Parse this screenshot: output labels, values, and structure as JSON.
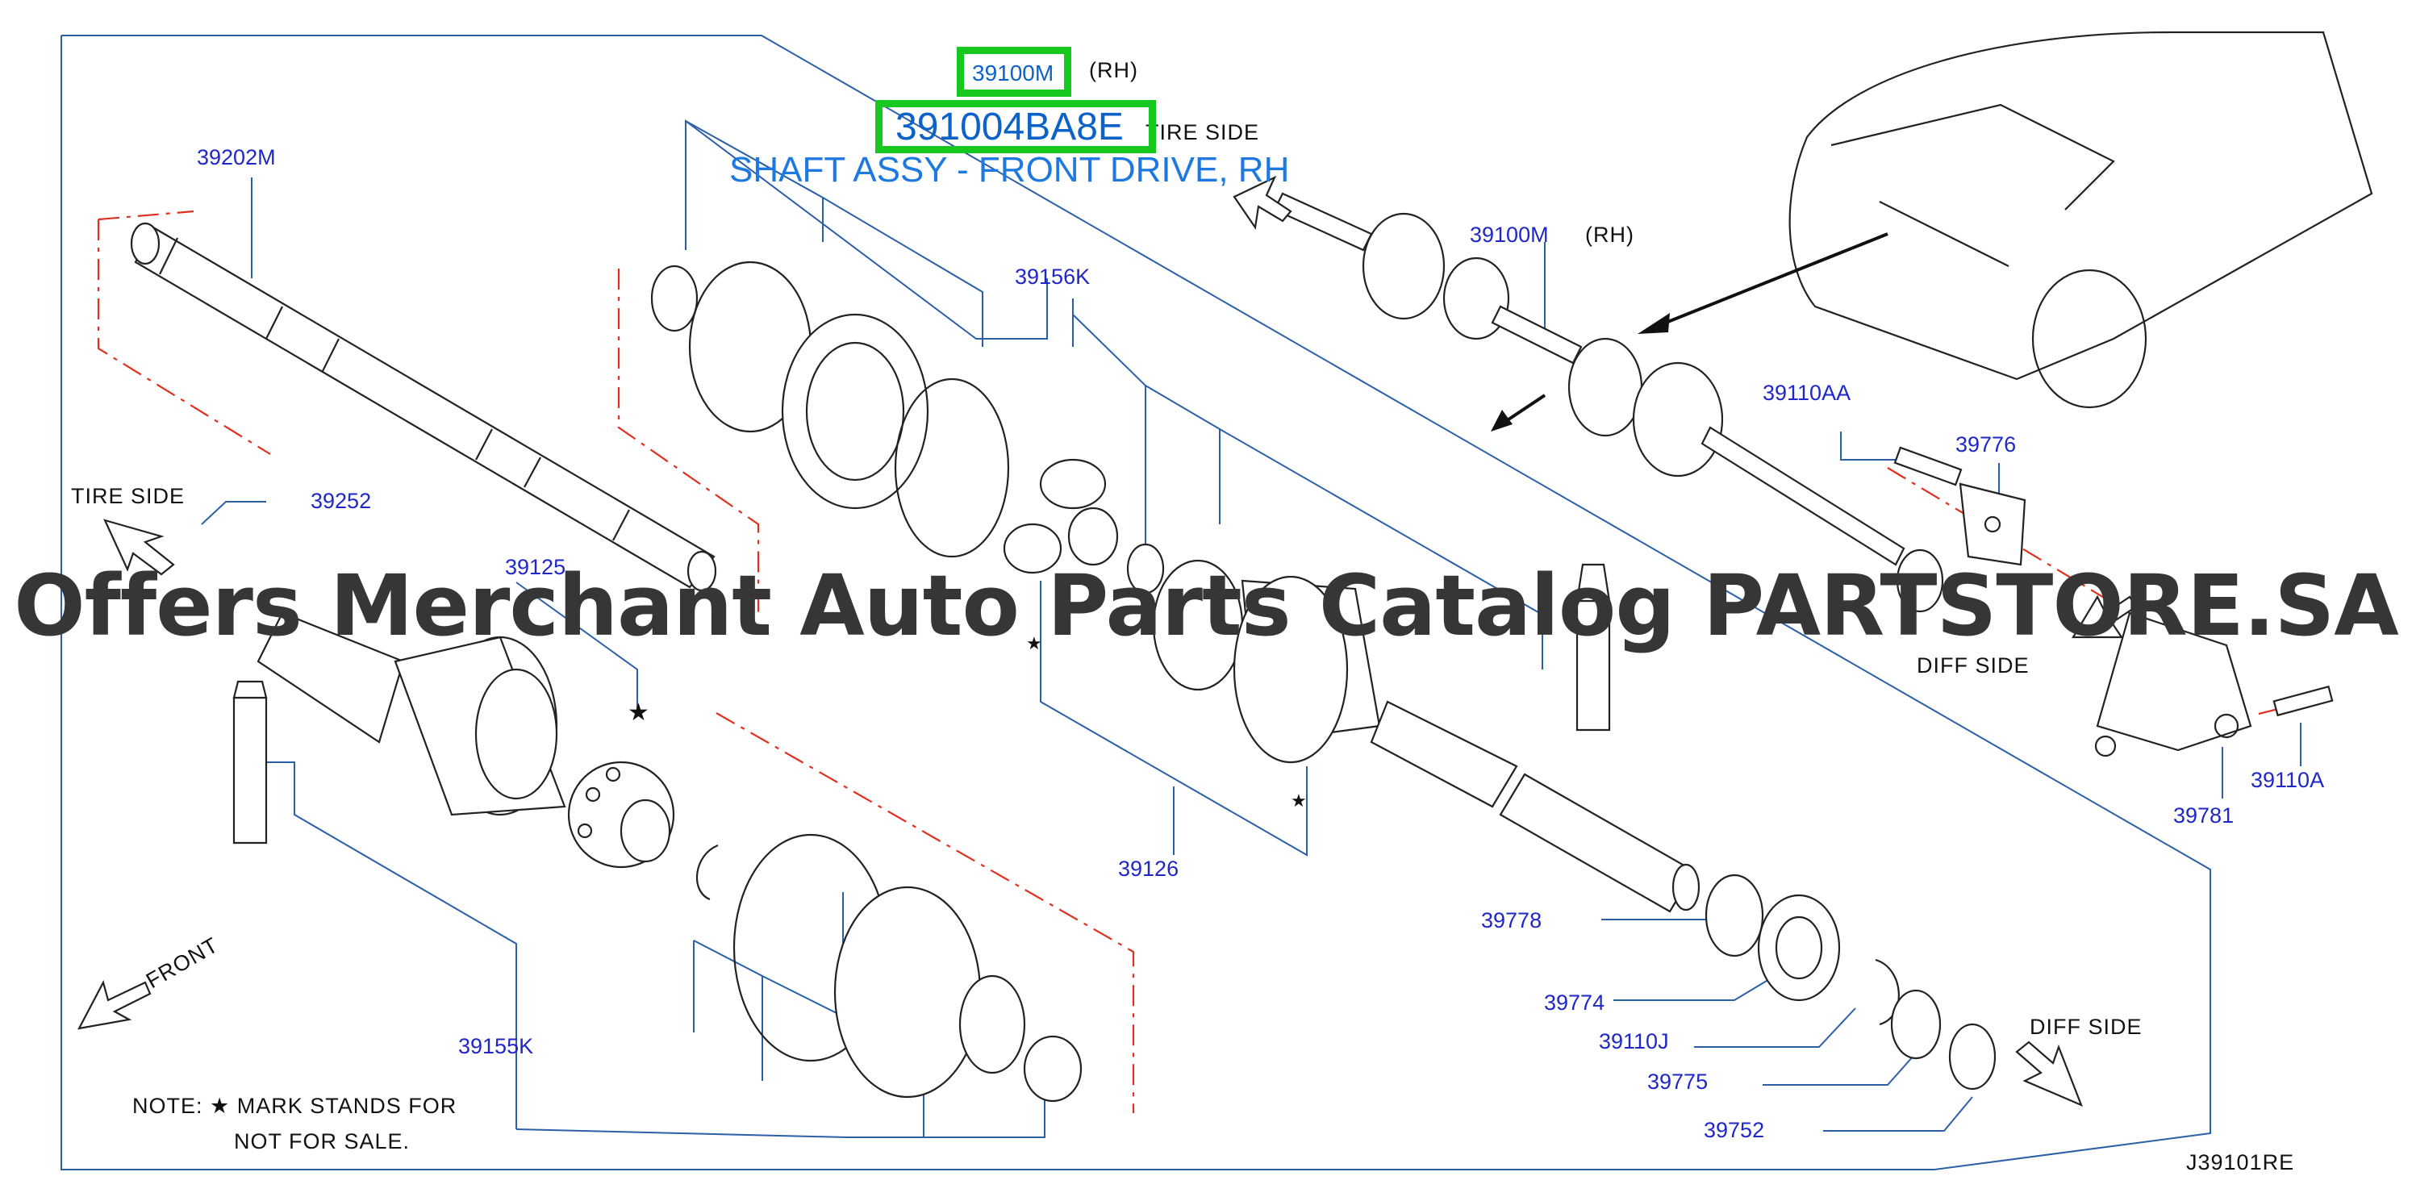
{
  "highlight": {
    "ref_code": "39100M",
    "part_number": "391004BA8E",
    "part_name": "SHAFT ASSY - FRONT DRIVE, RH"
  },
  "callouts": {
    "top_rh": "(RH)",
    "tire_side_top": "TIRE   SIDE",
    "c39202M": "39202M",
    "c39156K": "39156K",
    "c39100M": "39100M",
    "c39100M_rh": "(RH)",
    "c39110AA": "39110AA",
    "c39776": "39776",
    "c39252": "39252",
    "tire_side_left": "TIRE   SIDE",
    "c39125": "39125",
    "diff_side_right": "DIFF   SIDE",
    "c39110A": "39110A",
    "c39781": "39781",
    "c39126": "39126",
    "c39778": "39778",
    "c39774": "39774",
    "c39110J": "39110J",
    "c39775": "39775",
    "c39752": "39752",
    "c39155K": "39155K",
    "diff_side_bottom": "DIFF   SIDE",
    "front": "FRONT",
    "note_line1": "NOTE:   ★  MARK   STANDS   FOR",
    "note_line2": "NOT   FOR   SALE.",
    "diagram_id": "J39101RE"
  },
  "watermark": "Offers Merchant Auto Parts Catalog PARTSTORE.SA",
  "colors": {
    "label_blue": "#1f27c8",
    "leader_blue": "#2b5fa8",
    "highlight_green": "#17c81f",
    "title_blue": "#1d79e0",
    "dash_red": "#e0301e"
  }
}
